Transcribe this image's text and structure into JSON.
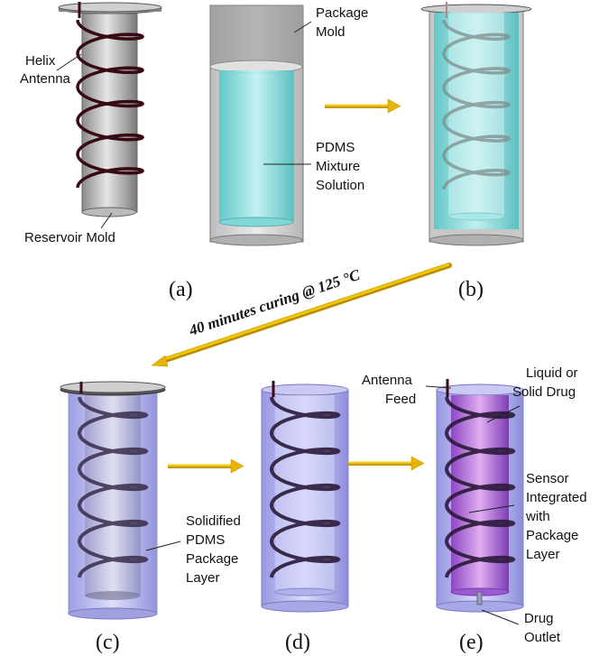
{
  "panels": {
    "a": "(a)",
    "b": "(b)",
    "c": "(c)",
    "d": "(d)",
    "e": "(e)"
  },
  "labels": {
    "helix": [
      "Helix",
      "Antenna"
    ],
    "reservoir_mold": "Reservoir Mold",
    "package_mold": [
      "Package",
      "Mold"
    ],
    "pdms_mixture": [
      "PDMS",
      "Mixture",
      "Solution"
    ],
    "curing": "40 minutes curing @ 125 °C",
    "solidified": [
      "Solidified",
      "PDMS",
      "Package",
      "Layer"
    ],
    "antenna_feed": [
      "Antenna",
      "Feed"
    ],
    "drug": [
      "Liquid or",
      "Solid Drug"
    ],
    "sensor": [
      "Sensor",
      "Integrated",
      "with",
      "Package",
      "Layer"
    ],
    "outlet": [
      "Drug",
      "Outlet"
    ]
  },
  "colors": {
    "arrow": "#e0b000",
    "coil": "#3a0a14",
    "cyan": "#7fe0e0",
    "lavender": "#b8b8ee",
    "violet": "#b070d8",
    "gray": "#c8c8c8"
  }
}
